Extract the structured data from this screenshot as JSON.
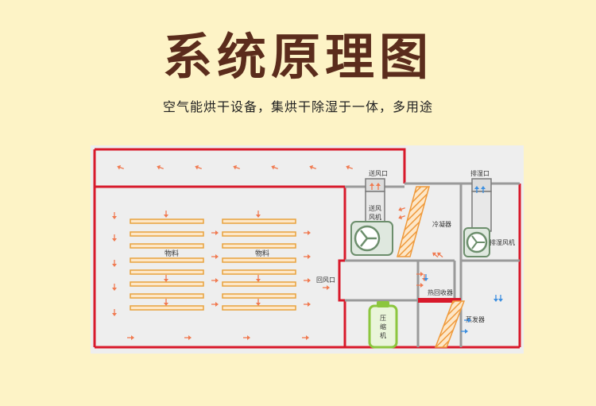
{
  "header": {
    "title": "系统原理图",
    "subtitle": "空气能烘干设备，集烘干除湿于一体，多用途"
  },
  "diagram": {
    "labels": {
      "supply_outlet": "送风口",
      "exhaust_outlet": "排湿口",
      "supply_fan": [
        "送风",
        "风机"
      ],
      "condenser": "冷凝器",
      "exhaust_fan": "排湿风机",
      "return_inlet": "回风口",
      "heat_recovery": "热回收器",
      "evaporator": "蒸发器",
      "compressor": [
        "压",
        "缩",
        "机"
      ],
      "material_left": "物料",
      "material_right": "物料"
    },
    "colors": {
      "wall": "#d8192b",
      "arrow": "#f07a50",
      "cold_arrow": "#3d8fe0",
      "shelf": "#e8a23d",
      "coil": "#ef9a3c",
      "equipment": "#7aa07a",
      "compressor": "#8cc63e",
      "background": "#eeeeee"
    }
  }
}
